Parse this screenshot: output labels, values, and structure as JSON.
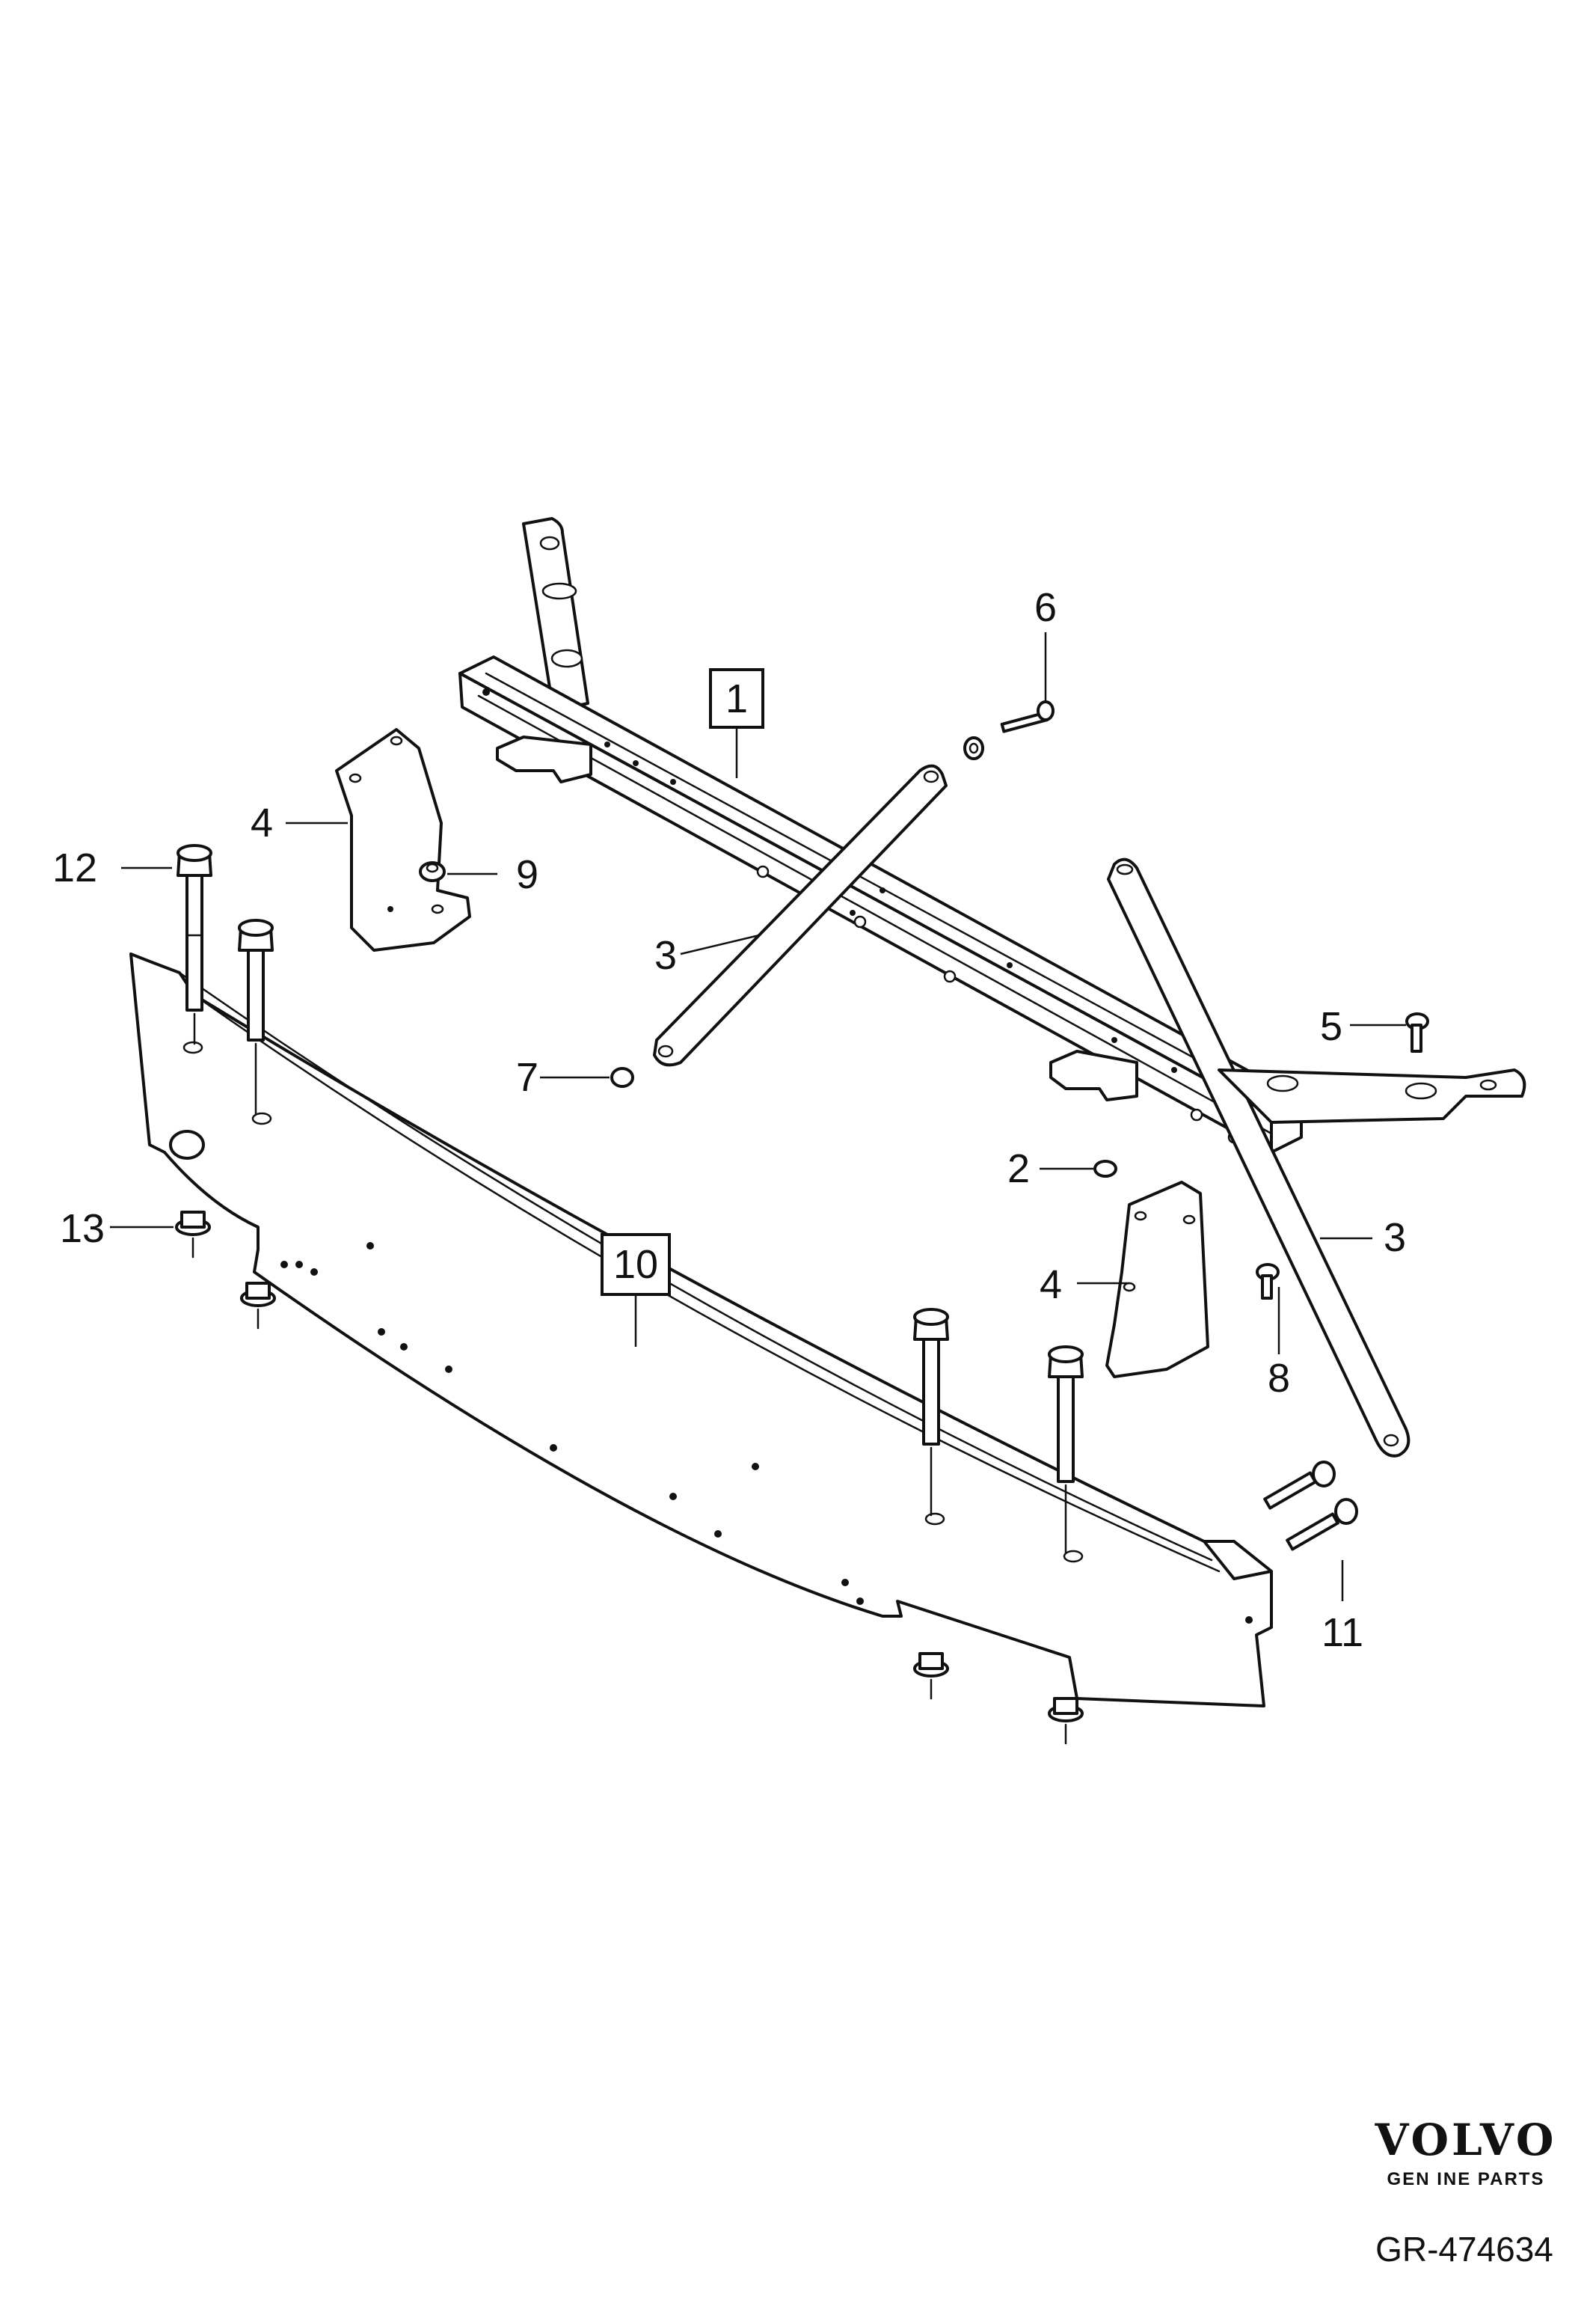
{
  "callouts": {
    "c1": "1",
    "c2": "2",
    "c3a": "3",
    "c3b": "3",
    "c4a": "4",
    "c4b": "4",
    "c5": "5",
    "c6": "6",
    "c7": "7",
    "c8": "8",
    "c9": "9",
    "c10": "10",
    "c11": "11",
    "c12": "12",
    "c13": "13"
  },
  "brand": {
    "name": "VOLVO",
    "tagline": "GEN INE PARTS"
  },
  "reference": "GR-474634"
}
